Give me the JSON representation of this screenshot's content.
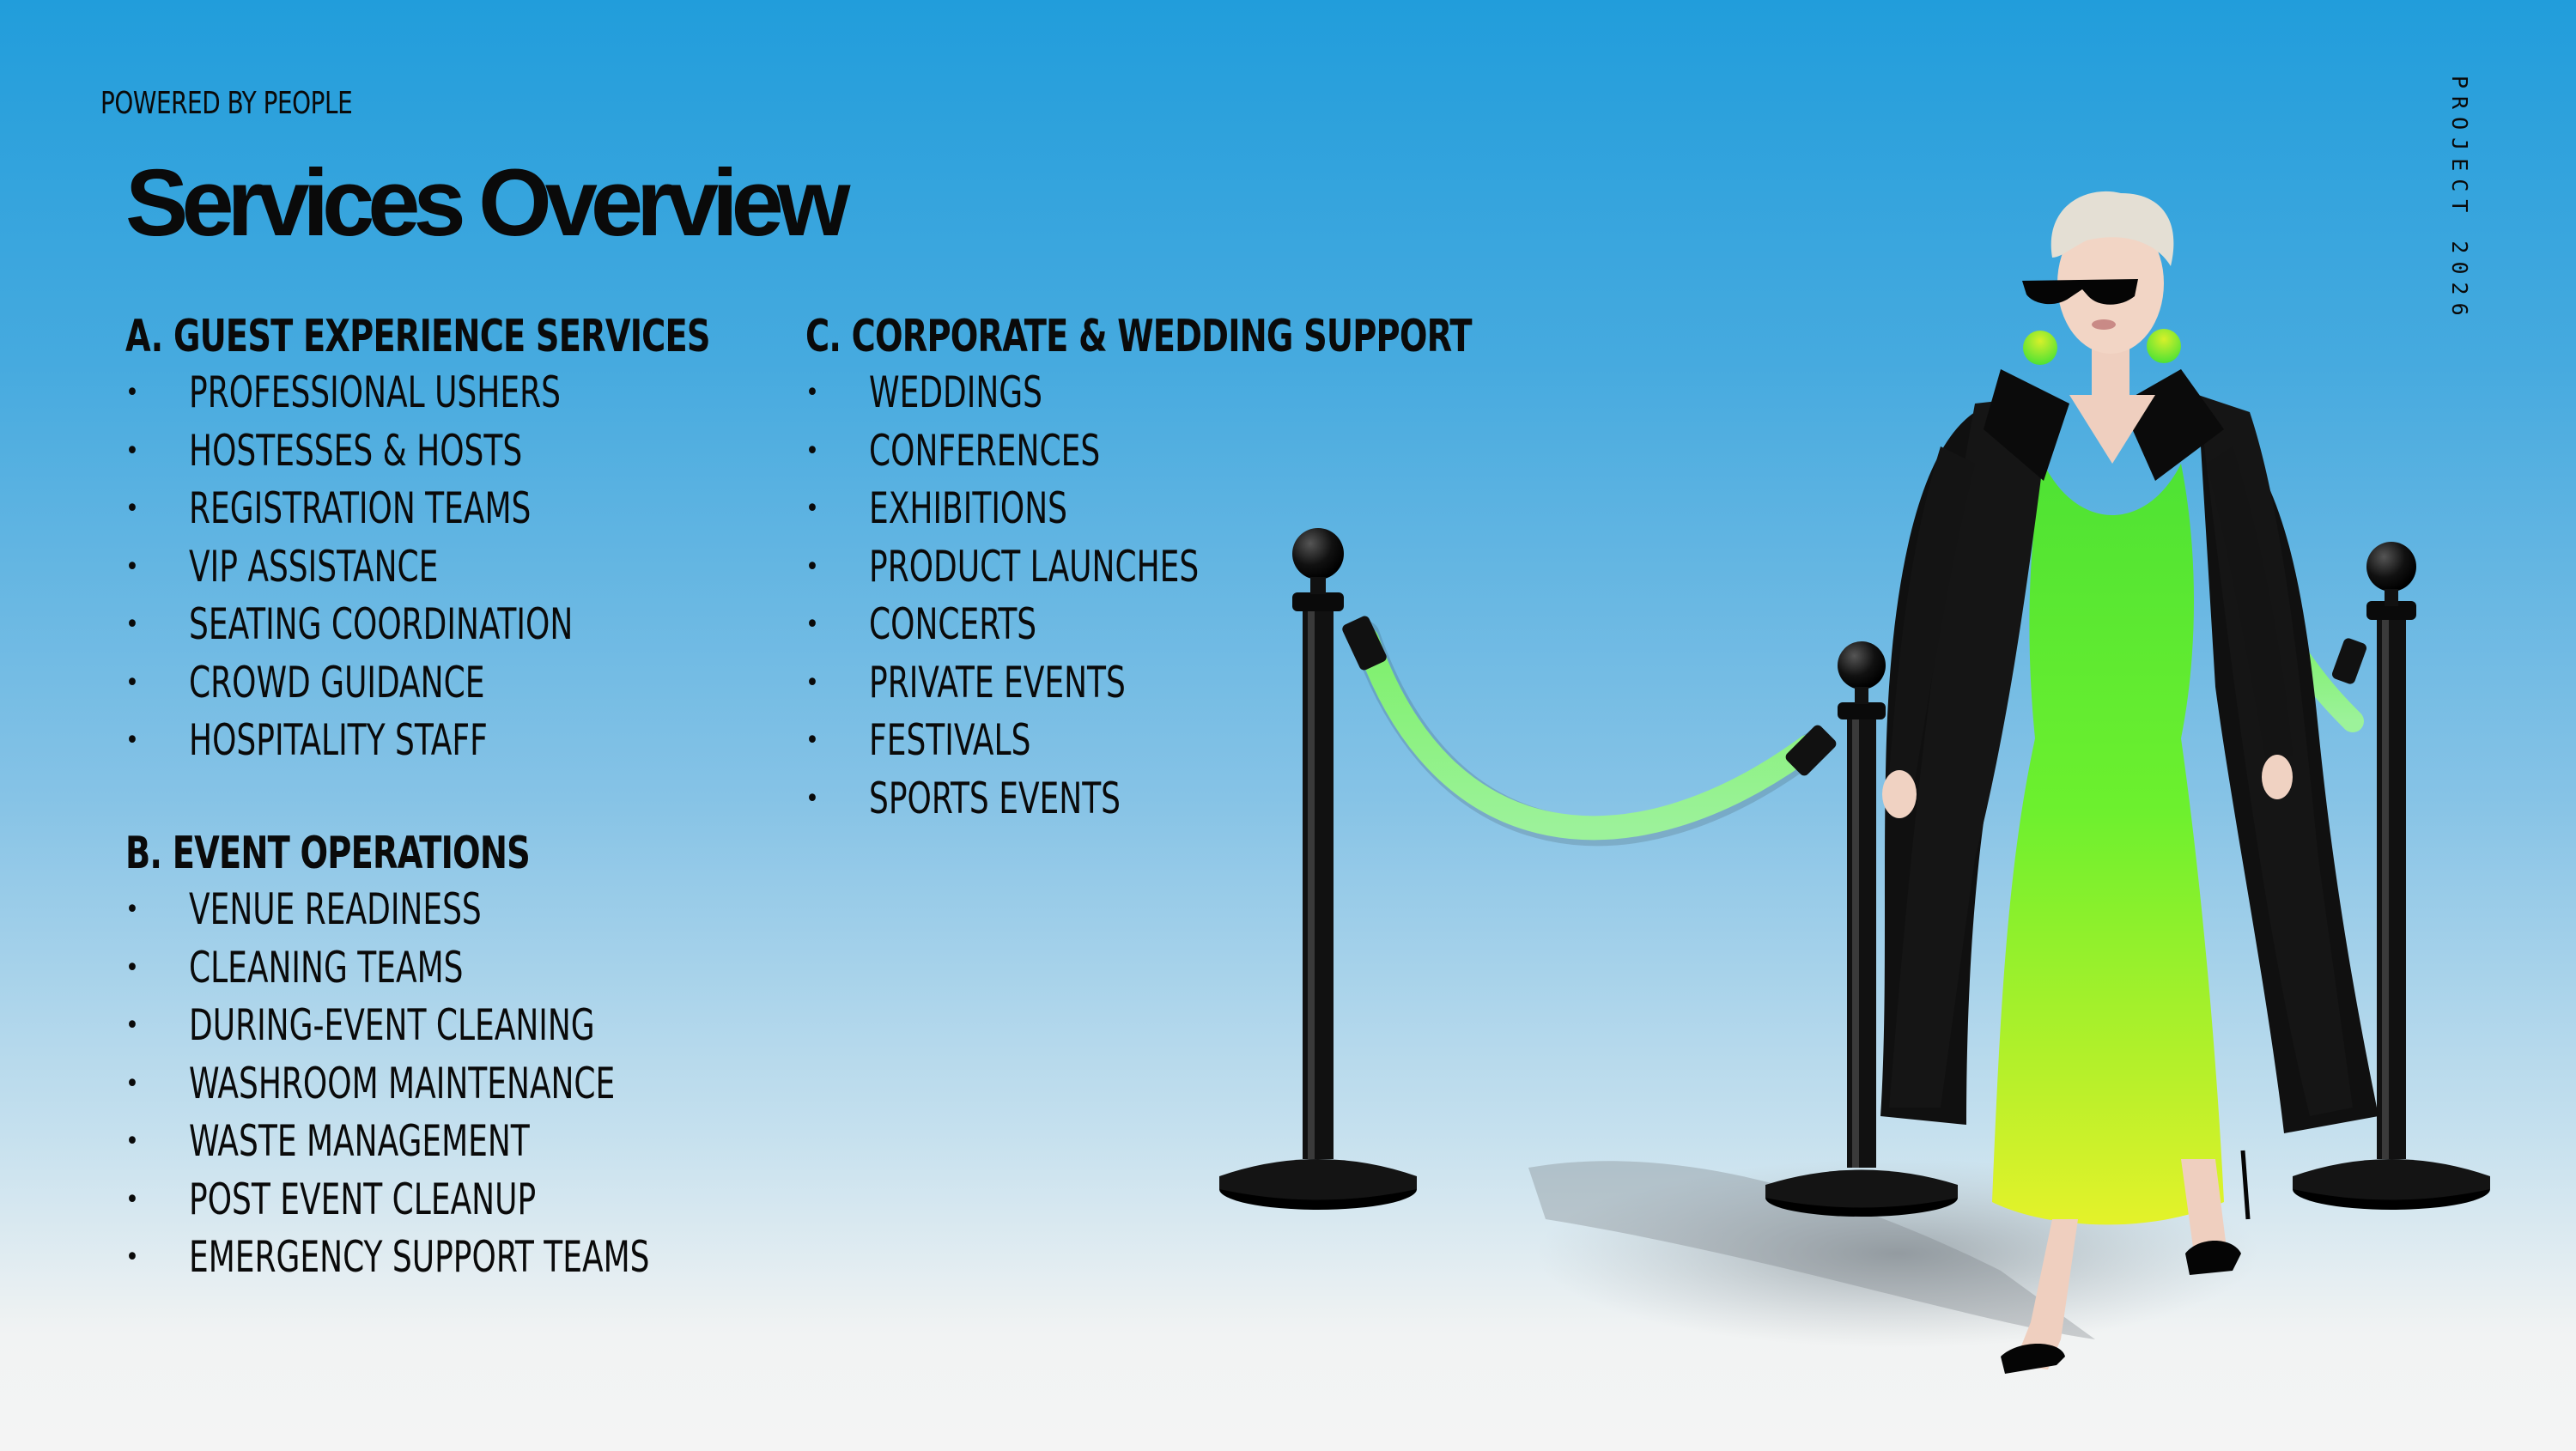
{
  "brand": "POWERED BY PEOPLE",
  "project_label": "PROJECT 2026",
  "title": "Services Overview",
  "colors": {
    "background_top": "#219ddb",
    "background_bottom": "#f4f4f4",
    "accent_green": "#6cf02e",
    "accent_yellow": "#d7f02a",
    "text": "#0a0a0a"
  },
  "sections": [
    {
      "heading": "A. GUEST EXPERIENCE SERVICES",
      "items": [
        "PROFESSIONAL USHERS",
        "HOSTESSES & HOSTS",
        "REGISTRATION TEAMS",
        "VIP ASSISTANCE",
        "SEATING COORDINATION",
        "CROWD GUIDANCE",
        "HOSPITALITY STAFF"
      ]
    },
    {
      "heading": "B. EVENT OPERATIONS",
      "items": [
        "VENUE READINESS",
        "CLEANING TEAMS",
        "DURING-EVENT CLEANING",
        "WASHROOM MAINTENANCE",
        "WASTE MANAGEMENT",
        "POST EVENT CLEANUP",
        "EMERGENCY SUPPORT TEAMS"
      ]
    },
    {
      "heading": "C. CORPORATE & WEDDING SUPPORT",
      "items": [
        "WEDDINGS",
        "CONFERENCES",
        "EXHIBITIONS",
        "PRODUCT LAUNCHES",
        "CONCERTS",
        "PRIVATE EVENTS",
        "FESTIVALS",
        "SPORTS EVENTS"
      ]
    }
  ],
  "bullet": "•",
  "illustration": {
    "icons": [
      "stanchion-post-icon",
      "velvet-rope-icon",
      "model-figure-icon"
    ]
  }
}
